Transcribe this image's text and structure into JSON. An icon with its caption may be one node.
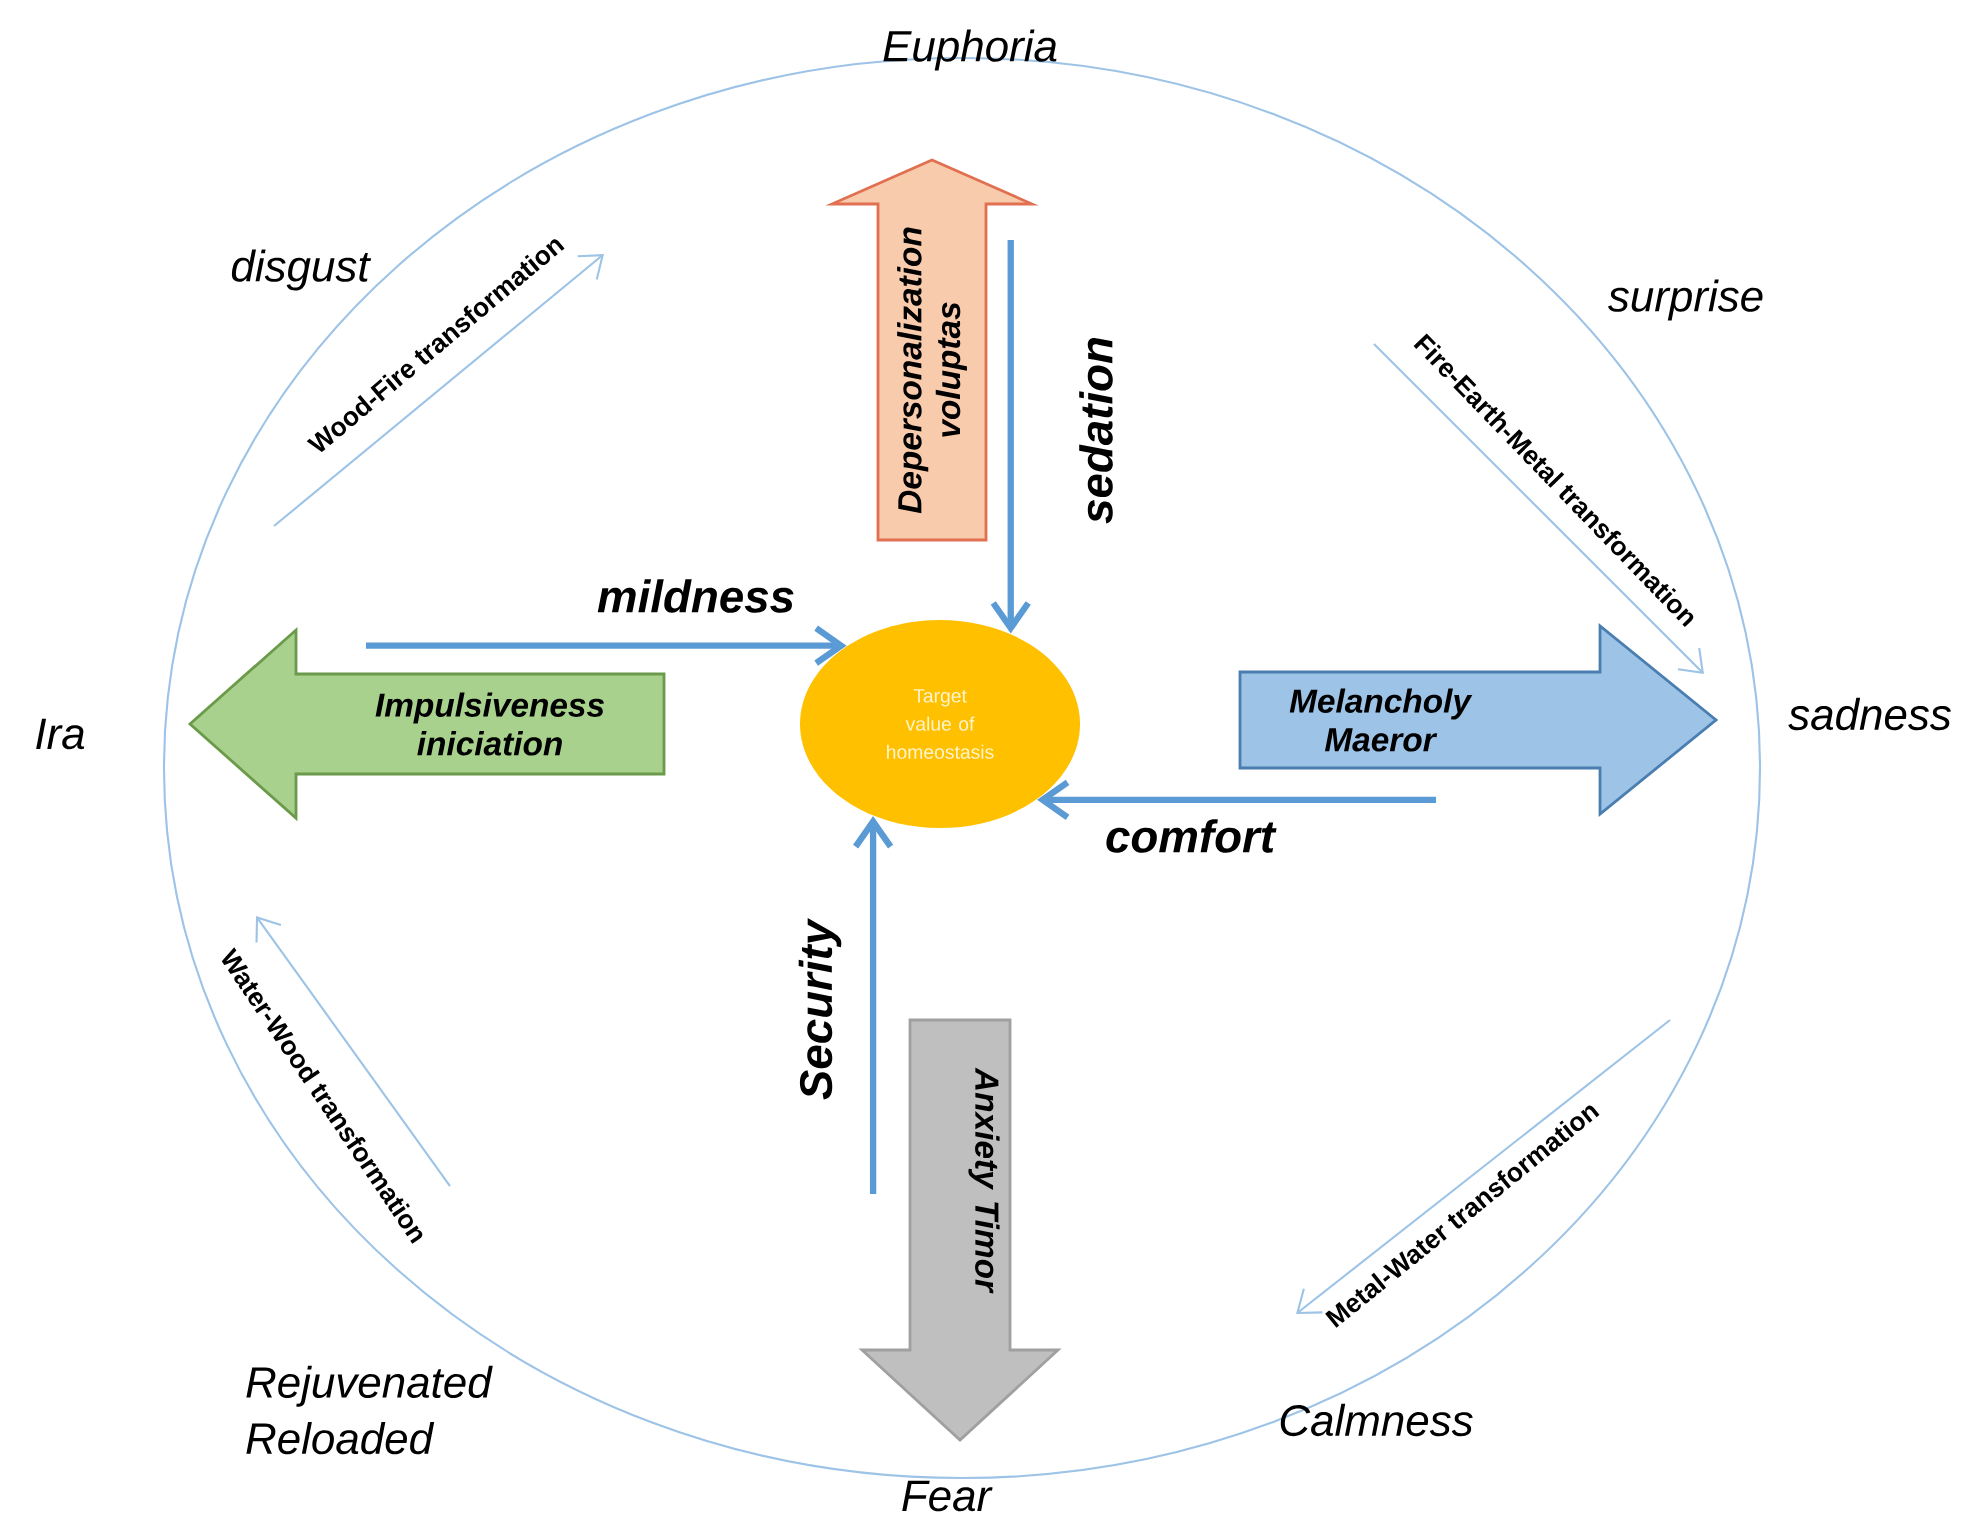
{
  "diagram": {
    "nodes": [
      {
        "text": [
          "Depersonalization voluptas"
        ]
      },
      {
        "text": [
          "Impulsiveness iniciation"
        ]
      },
      {
        "text": [
          "Target value of homeostasis"
        ]
      },
      {
        "text": [
          "Melancholy Maeror"
        ]
      },
      {
        "text": [
          "Anxiety Timor"
        ]
      }
    ],
    "edges": [
      {
        "from": null,
        "to": 2,
        "arrow": "to",
        "label": "mildness"
      },
      {
        "from": null,
        "to": 2,
        "arrow": "to",
        "label": "sedation"
      },
      {
        "from": null,
        "to": 2,
        "arrow": "to",
        "label": "comfort"
      },
      {
        "from": null,
        "to": 2,
        "arrow": "to",
        "label": "Security"
      }
    ],
    "labels": [
      "Euphoria",
      "disgust",
      "Wood-Fire transformation",
      "surprise",
      "Fire-Earth-Metal transformation",
      "Ira",
      "sadness",
      "Water-Wood transformation",
      "Metal-Water transformation",
      "Rejuvenated Reloaded",
      "Calmness",
      "Fear"
    ]
  }
}
